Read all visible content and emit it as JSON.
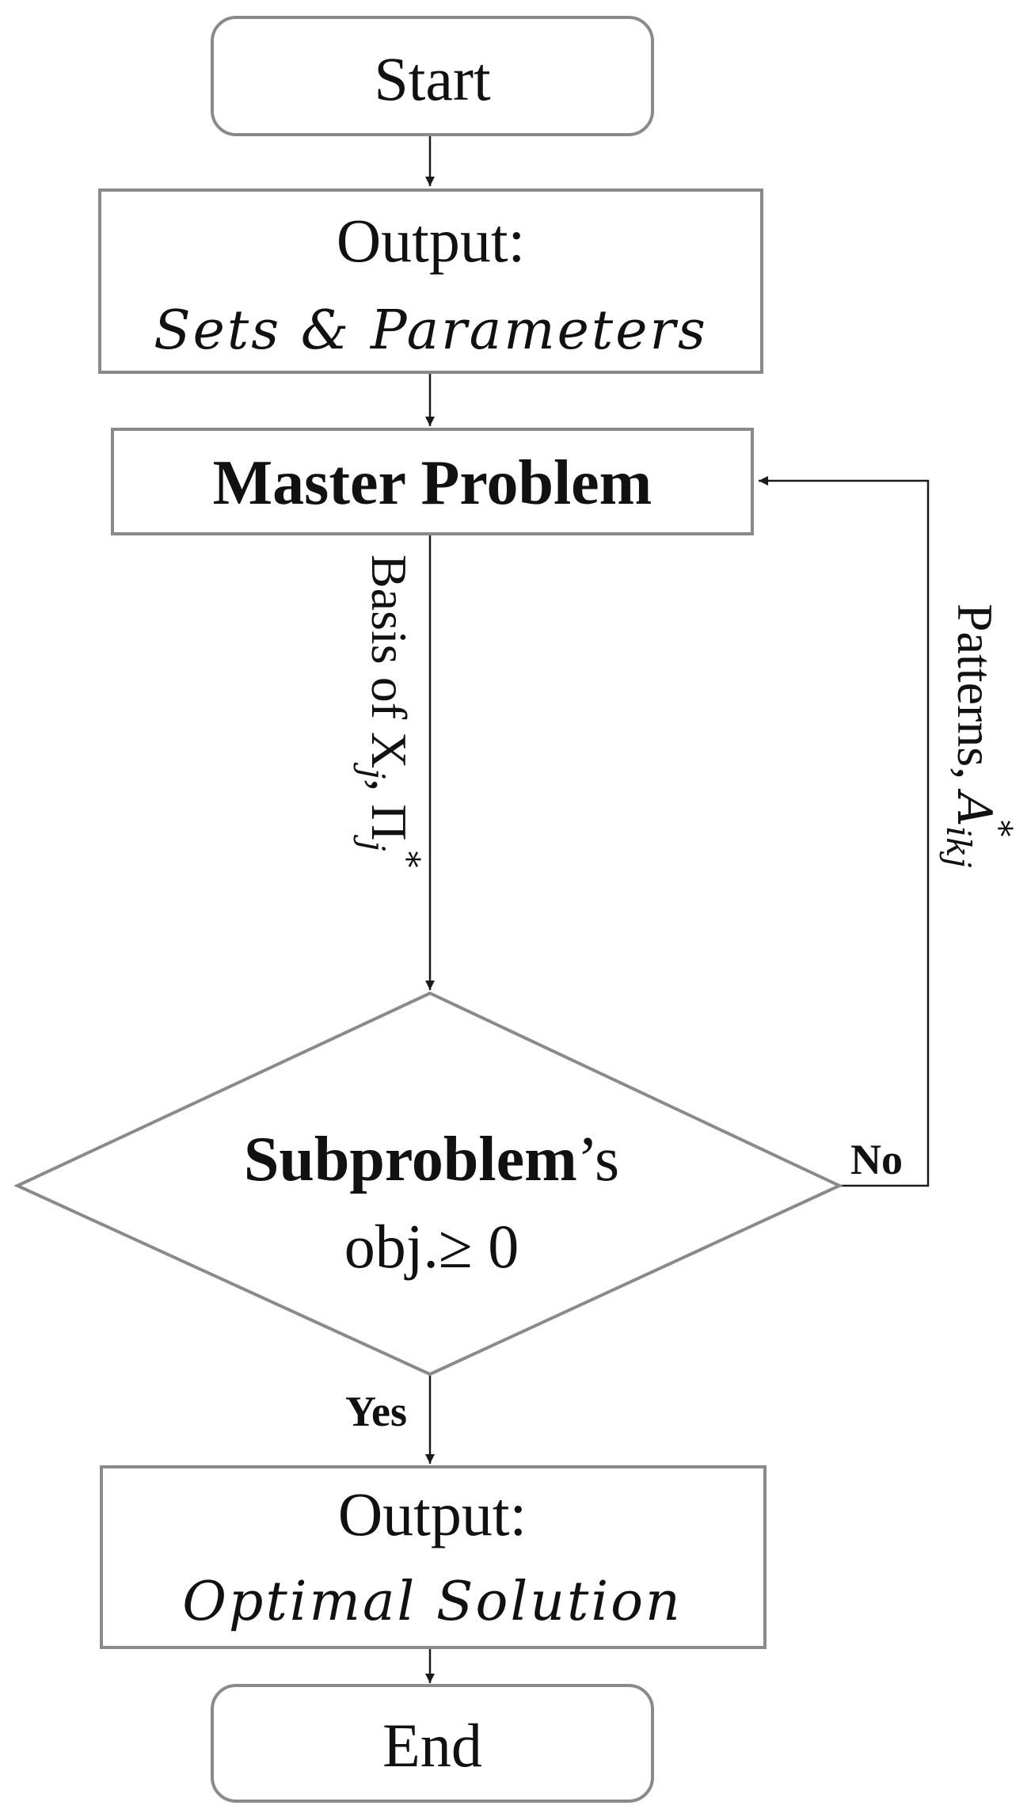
{
  "nodes": {
    "start": {
      "label": "Start"
    },
    "output_input": {
      "line1": "Output:",
      "line2": "Sets & Parameters"
    },
    "master": {
      "label": "Master Problem"
    },
    "decision": {
      "line1_bold": "Subproblem",
      "line1_rest": "’s",
      "line2": "obj.≥ 0"
    },
    "output_result": {
      "line1": "Output:",
      "line2": "Optimal Solution"
    },
    "end": {
      "label": "End"
    }
  },
  "edges": {
    "basis": {
      "prefix": "Basis of X",
      "sub1": "j",
      "mid": ", Π",
      "sub2": "j",
      "sup": "*"
    },
    "patterns": {
      "prefix": "Patterns, ",
      "var": "A",
      "sub": "ikj",
      "sup": "*"
    },
    "no": {
      "label": "No"
    },
    "yes": {
      "label": "Yes"
    }
  }
}
